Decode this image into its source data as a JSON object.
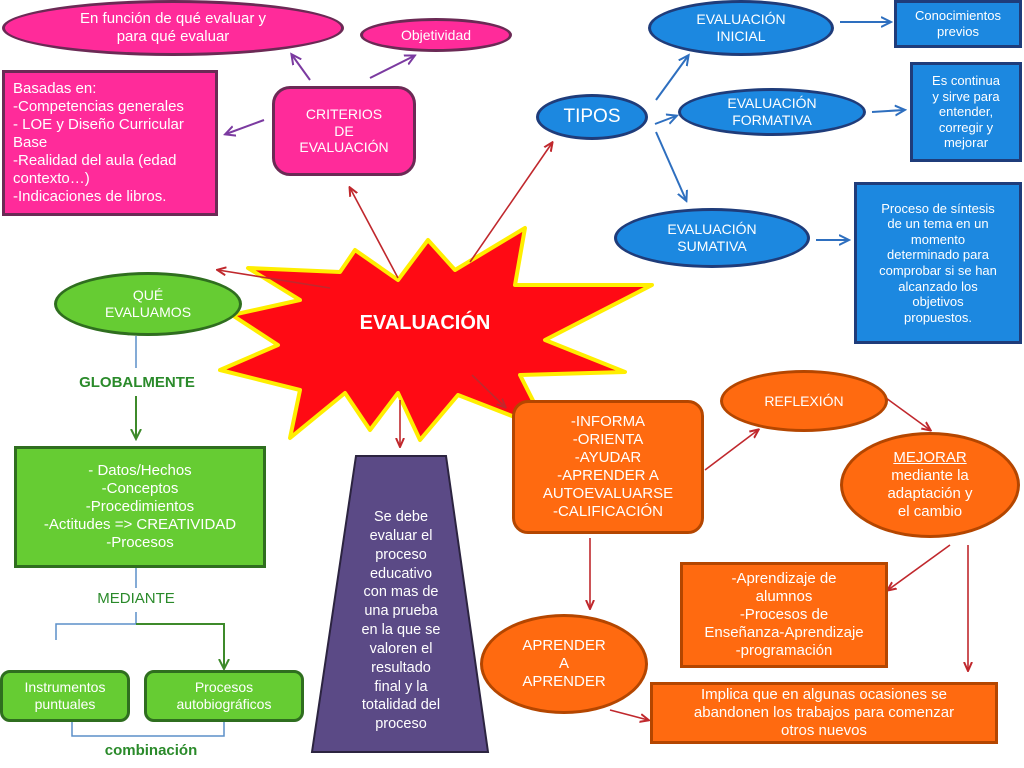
{
  "center": {
    "label": "EVALUACIÓN"
  },
  "criterios": {
    "label": "CRITERIOS\nDE\nEVALUACIÓN",
    "funcion": "En función de qué evaluar y\npara qué evaluar",
    "objetividad": "Objetividad",
    "basadas": "Basadas en:\n-Competencias generales\n- LOE y Diseño Curricular Base\n-Realidad del aula (edad contexto…)\n-Indicaciones de libros."
  },
  "tipos": {
    "label": "TIPOS",
    "inicial": "EVALUACIÓN\nINICIAL",
    "inicial_desc": "Conocimientos\nprevios",
    "formativa": "EVALUACIÓN\nFORMATIVA",
    "formativa_desc": "Es continua\ny sirve para\nentender,\ncorregir y\nmejorar",
    "sumativa": "EVALUACIÓN\nSUMATIVA",
    "sumativa_desc": "Proceso de síntesis\nde un tema en un\nmomento\ndeterminado para\ncomprobar si se han\nalcanzado los\nobjetivos\npropuestos."
  },
  "que_evaluamos": {
    "label": "QUÉ\nEVALUAMOS",
    "globalmente": "GLOBALMENTE",
    "contenidos": "- Datos/Hechos\n-Conceptos\n-Procedimientos\n-Actitudes  => CREATIVIDAD\n-Procesos",
    "mediante": "MEDIANTE",
    "instrumentos": "Instrumentos\npuntuales",
    "procesos": "Procesos\nautobiográficos",
    "combinacion": "combinación"
  },
  "proceso": {
    "label": "Se debe\nevaluar el\nproceso\neducativo\ncon mas de\nuna prueba\nen la que se\nvaloren el\nresultado\nfinal y la\ntotalidad del\nproceso"
  },
  "funciones": {
    "label": "-INFORMA\n-ORIENTA\n-AYUDAR\n-APRENDER A\nAUTOEVALUARSE\n-CALIFICACIÓN",
    "reflexion": "REFLEXIÓN",
    "mejorar_title": "MEJORAR",
    "mejorar_rest": "mediante la\nadaptación y\nel cambio",
    "aprendizaje": "-Aprendizaje de\nalumnos\n-Procesos de\nEnseñanza-Aprendizaje\n-programación",
    "aprender": "APRENDER\nA\nAPRENDER",
    "implica": "Implica que en algunas ocasiones se\nabandonen los trabajos para comenzar\notros nuevos"
  },
  "colors": {
    "pink": "#ff2b9a",
    "blue": "#1e90ff",
    "green": "#66cc33",
    "orange": "#ff6a10",
    "purple": "#5b4a86",
    "star": "#ff0a14",
    "star_border": "#ffee00",
    "arrow_red": "#c0282d",
    "arrow_purple": "#7b3aa0",
    "arrow_blue": "#2e6fbf",
    "arrow_green": "#3d8a2a"
  }
}
